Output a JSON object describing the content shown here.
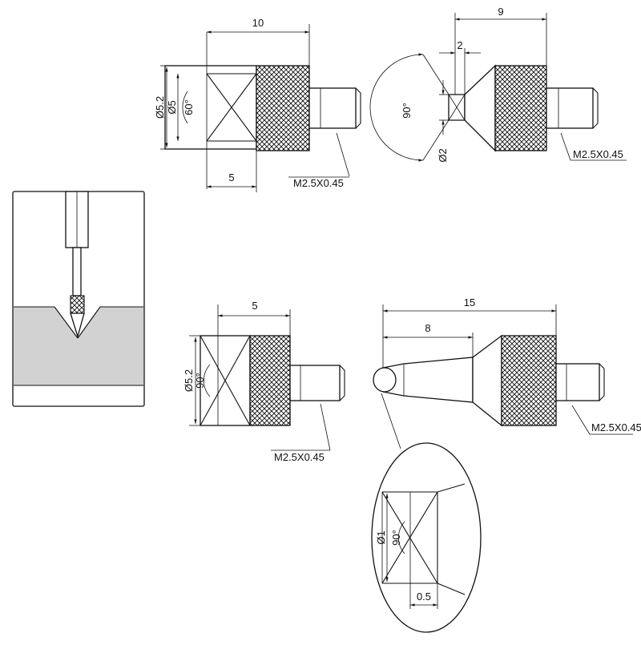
{
  "colors": {
    "line": "#111111",
    "insert_fill": "#d2d2d2",
    "background": "#ffffff"
  },
  "tip1": {
    "dim_length": "10",
    "dim_bore_depth": "5",
    "dim_outer_dia": "Ø5.2",
    "dim_bore_dia": "Ø5",
    "angle": "60°",
    "thread": "M2.5X0.45"
  },
  "tip2": {
    "dim_length": "9",
    "dim_flat": "2",
    "angle": "90°",
    "dim_tip_dia": "Ø2",
    "thread": "M2.5X0.45"
  },
  "tip3": {
    "dim_length": "5",
    "dim_outer_dia": "Ø5.2",
    "angle": "90°",
    "thread": "M2.5X0.45"
  },
  "tip4": {
    "dim_total": "15",
    "dim_stem": "8",
    "thread": "M2.5X0.45"
  },
  "detail": {
    "dim_dia": "Ø1",
    "angle": "90°",
    "dim_depth": "0.5"
  }
}
